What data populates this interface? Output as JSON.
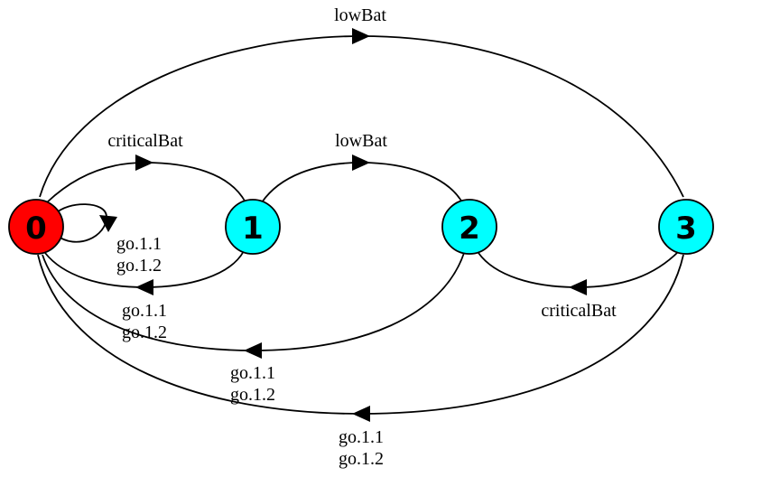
{
  "nodes": [
    {
      "id": "0",
      "label": "0",
      "color": "#ff0000"
    },
    {
      "id": "1",
      "label": "1",
      "color": "#00ffff"
    },
    {
      "id": "2",
      "label": "2",
      "color": "#00ffff"
    },
    {
      "id": "3",
      "label": "3",
      "color": "#00ffff"
    }
  ],
  "edges": [
    {
      "from": "0",
      "to": "3",
      "label": "lowBat"
    },
    {
      "from": "0",
      "to": "1",
      "label": "criticalBat"
    },
    {
      "from": "1",
      "to": "2",
      "label": "lowBat"
    },
    {
      "from": "0",
      "to": "0",
      "label_lines": [
        "go.1.1",
        "go.1.2"
      ]
    },
    {
      "from": "1",
      "to": "0",
      "label_lines": [
        "go.1.1",
        "go.1.2"
      ]
    },
    {
      "from": "2",
      "to": "0",
      "label_lines": [
        "go.1.1",
        "go.1.2"
      ]
    },
    {
      "from": "3",
      "to": "2",
      "label": "criticalBat"
    },
    {
      "from": "3",
      "to": "0",
      "label_lines": [
        "go.1.1",
        "go.1.2"
      ]
    }
  ]
}
